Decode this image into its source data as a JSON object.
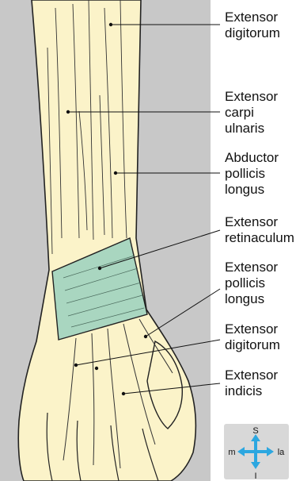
{
  "labels": {
    "extensor_digitorum_top": "Extensor\ndigitorum",
    "extensor_carpi_ulnaris": "Extensor\ncarpi\nulnaris",
    "abductor_pollicis_longus": "Abductor\npollicis\nlongus",
    "extensor_retinaculum": "Extensor\nretinaculum",
    "extensor_pollicis_longus": "Extensor\npollicis\nlongus",
    "extensor_digitorum_bottom": "Extensor\ndigitorum",
    "extensor_indicis": "Extensor\nindicis"
  },
  "compass": {
    "superior": "S",
    "inferior": "I",
    "medial": "m",
    "lateral": "la"
  },
  "colors": {
    "panel": "#c8c8c8",
    "muscle": "#fbf3c9",
    "retinaculum": "#a9d6c0",
    "compass_arrow": "#2ca7e0",
    "compass_bg": "#d8d8d8"
  }
}
